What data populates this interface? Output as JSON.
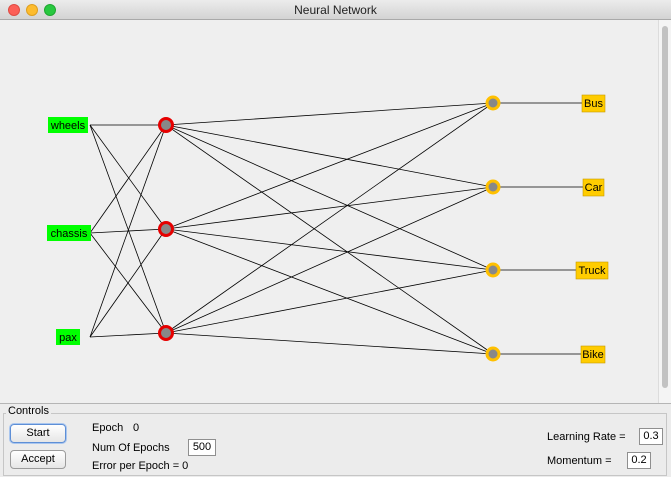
{
  "window": {
    "title": "Neural Network"
  },
  "network": {
    "colors": {
      "input_fill": "#00ff00",
      "output_fill": "#ffcc00",
      "hidden_ring": "#e60000",
      "output_node_ring": "#ffc000",
      "node_core": "#888888"
    },
    "inputs": [
      "wheels",
      "chassis",
      "pax"
    ],
    "hidden_count": 3,
    "outputs": [
      "Bus",
      "Car",
      "Truck",
      "Bike"
    ]
  },
  "controls": {
    "legend": "Controls",
    "start_label": "Start",
    "accept_label": "Accept",
    "epoch_label": "Epoch",
    "epoch_value": "0",
    "num_epochs_label": "Num Of Epochs",
    "num_epochs_value": "500",
    "error_text": "Error per Epoch = 0",
    "learning_rate_label": "Learning Rate =",
    "learning_rate_value": "0.3",
    "momentum_label": "Momentum =",
    "momentum_value": "0.2"
  }
}
